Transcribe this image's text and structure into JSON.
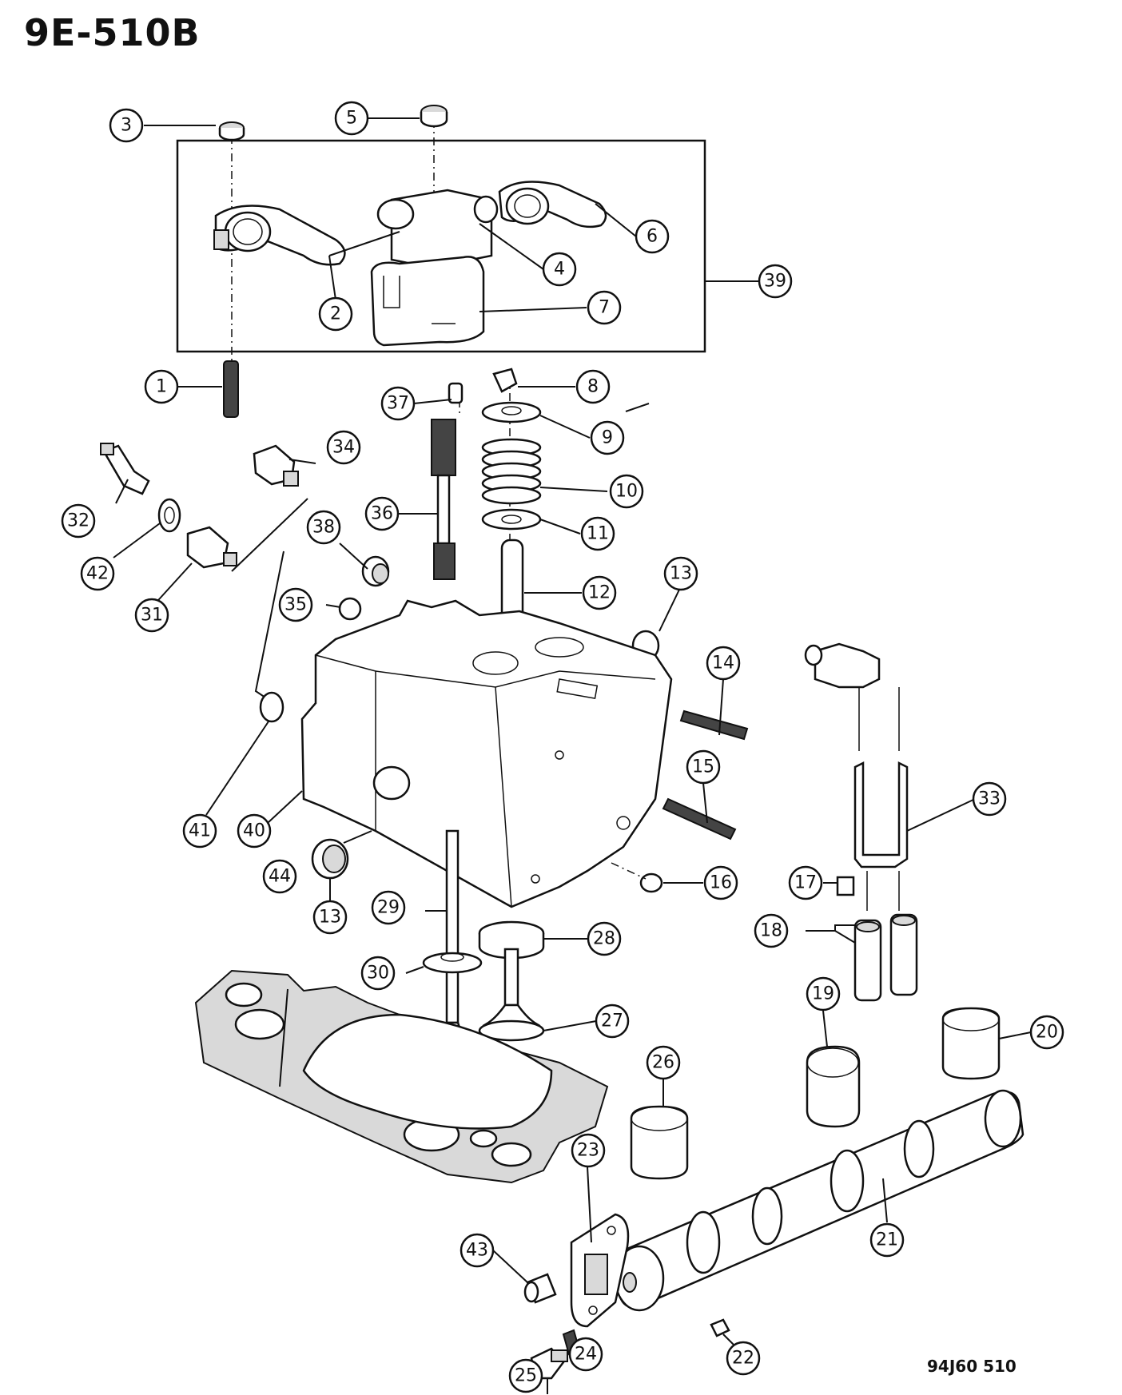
{
  "diagram_code": "9E-510B",
  "drawing_number": "94J60 510",
  "callouts": {
    "c1": "1",
    "c2": "2",
    "c3": "3",
    "c4": "4",
    "c5": "5",
    "c6": "6",
    "c7": "7",
    "c8": "8",
    "c9": "9",
    "c10": "10",
    "c11": "11",
    "c12": "12",
    "c13a": "13",
    "c13b": "13",
    "c14": "14",
    "c15": "15",
    "c16": "16",
    "c17": "17",
    "c18": "18",
    "c19": "19",
    "c20": "20",
    "c21": "21",
    "c22": "22",
    "c23": "23",
    "c24": "24",
    "c25": "25",
    "c26": "26",
    "c27": "27",
    "c28": "28",
    "c29": "29",
    "c30": "30",
    "c31": "31",
    "c32": "32",
    "c33": "33",
    "c34": "34",
    "c35": "35",
    "c36": "36",
    "c37": "37",
    "c38": "38",
    "c39": "39",
    "c40": "40",
    "c41": "41",
    "c42": "42",
    "c43": "43",
    "c44": "44"
  }
}
